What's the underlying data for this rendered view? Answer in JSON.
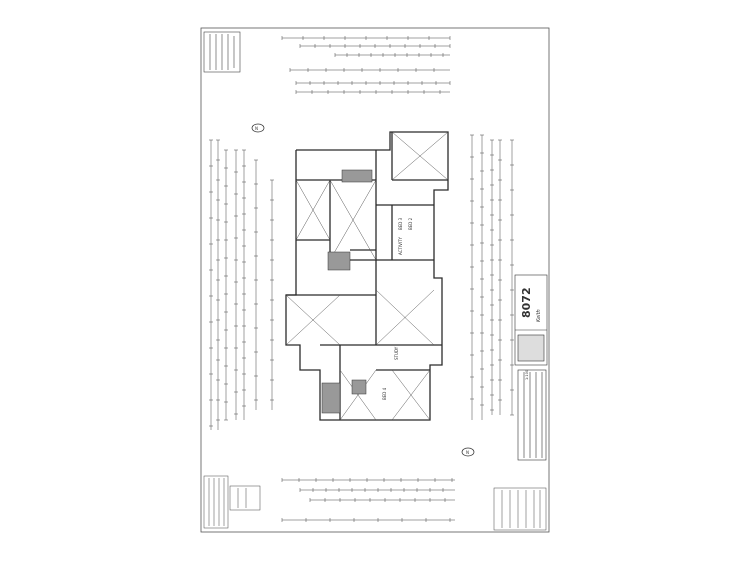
{
  "drawing": {
    "plan_number": "8072",
    "scale_label": "1:100",
    "north_marker": "N",
    "ink_color": "#2b2b2b",
    "room_labels": [
      "BED 3",
      "ACTIVITY",
      "BED 2",
      "STUDY",
      "BED 4"
    ],
    "signature_text": "Keith"
  }
}
